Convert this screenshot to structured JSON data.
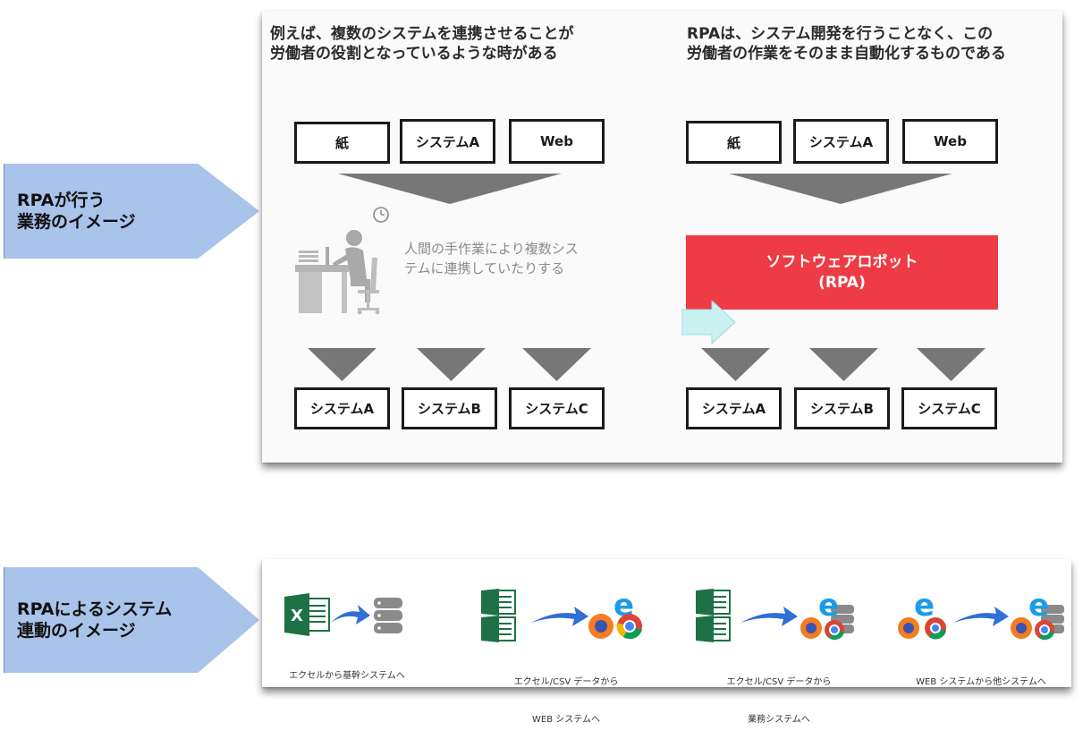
{
  "labels": {
    "rpa_work": [
      "RPAが行う",
      "業務のイメージ"
    ],
    "rpa_link": [
      "RPAによるシステム",
      "連動のイメージ"
    ]
  },
  "left_panel": {
    "heading_line1": "例えば、複数のシステムを連携させることが",
    "heading_line2": "労働者の役割となっているような時がある",
    "sources": [
      "紙",
      "システムA",
      "Web"
    ],
    "note_line1": "人間の手作業により複数シス",
    "note_line2": "テムに連携していたりする",
    "targets": [
      "システムA",
      "システムB",
      "システムC"
    ]
  },
  "right_panel": {
    "heading_line1": "RPAは、システム開発を行うことなく、この",
    "heading_line2": "労働者の作業をそのまま自動化するものである",
    "sources": [
      "紙",
      "システムA",
      "Web"
    ],
    "robot_line1": "ソフトウェアロボット",
    "robot_line2": "(RPA)",
    "targets": [
      "システムA",
      "システムB",
      "システムC"
    ]
  },
  "integration": {
    "items": [
      {
        "caption_line1": "エクセルから基幹システムへ",
        "caption_line2": ""
      },
      {
        "caption_line1": "エクセル/CSV データから",
        "caption_line2": "WEB システムへ"
      },
      {
        "caption_line1": "エクセル/CSV データから",
        "caption_line2": "業務システムへ"
      },
      {
        "caption_line1": "WEB システムから他システムへ",
        "caption_line2": ""
      }
    ],
    "icon_letters": {
      "excel": "X",
      "ie": "e"
    }
  },
  "colors": {
    "label_bg": "#a9c3ea",
    "robot_red": "#ee3b45",
    "arrow_blue": "#2f6fd6",
    "excel_green": "#1e7145"
  }
}
